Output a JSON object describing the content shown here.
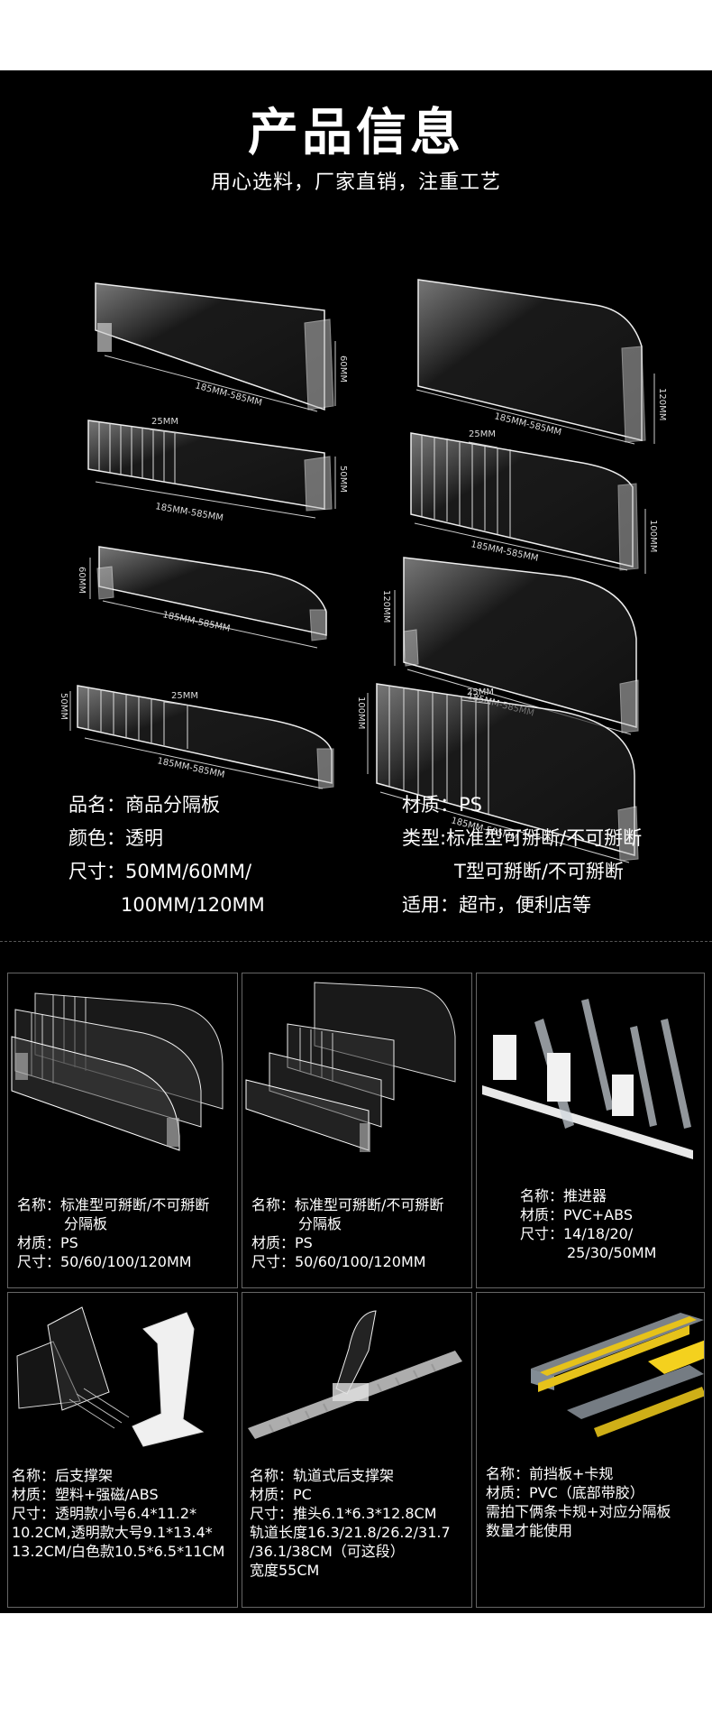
{
  "header": {
    "title": "产品信息",
    "subtitle": "用心选料，厂家直销，注重工艺"
  },
  "products": {
    "items": [
      {
        "width_label": "185MM-585MM",
        "height_label": "60MM",
        "gap_label": ""
      },
      {
        "width_label": "185MM-585MM",
        "height_label": "120MM",
        "gap_label": ""
      },
      {
        "width_label": "185MM-585MM",
        "height_label": "50MM",
        "gap_label": "25MM"
      },
      {
        "width_label": "185MM-585MM",
        "height_label": "100MM",
        "gap_label": "25MM"
      },
      {
        "width_label": "185MM-585MM",
        "height_label": "60MM",
        "gap_label": ""
      },
      {
        "width_label": "185MM-585MM",
        "height_label": "120MM",
        "gap_label": ""
      },
      {
        "width_label": "185MM-585MM",
        "height_label": "50MM",
        "gap_label": "25MM"
      },
      {
        "width_label": "185MM-585MM",
        "height_label": "100MM",
        "gap_label": "25MM"
      }
    ]
  },
  "specs": {
    "left": [
      "品名：商品分隔板",
      "颜色：透明",
      "尺寸：50MM/60MM/",
      "100MM/120MM"
    ],
    "right": [
      "材质：PS",
      "类型:标准型可掰断/不可掰断",
      "T型可掰断/不可掰断",
      "适用：超市，便利店等"
    ]
  },
  "cards": [
    {
      "lines": [
        "名称：标准型可掰断/不可掰断",
        "分隔板",
        "材质：PS",
        "尺寸：50/60/100/120MM"
      ]
    },
    {
      "lines": [
        "名称：标准型可掰断/不可掰断",
        "分隔板",
        "材质：PS",
        "尺寸：50/60/100/120MM"
      ]
    },
    {
      "lines": [
        "名称：推进器",
        "材质：PVC+ABS",
        "尺寸：14/18/20/",
        "25/30/50MM"
      ]
    },
    {
      "lines": [
        "名称：后支撑架",
        "材质：塑料+强磁/ABS",
        "尺寸：透明款小号6.4*11.2*",
        "10.2CM,透明款大号9.1*13.4*",
        "13.2CM/白色款10.5*6.5*11CM"
      ]
    },
    {
      "lines": [
        "名称：轨道式后支撑架",
        "材质：PC",
        "尺寸：推头6.1*6.3*12.8CM",
        "轨道长度16.3/21.8/26.2/31.7",
        "/36.1/38CM（可这段）",
        "宽度55CM"
      ]
    },
    {
      "lines": [
        "名称：前挡板+卡规",
        "材质：PVC（底部带胶）",
        "需拍下俩条卡规+对应分隔板",
        "数量才能使用"
      ]
    }
  ]
}
